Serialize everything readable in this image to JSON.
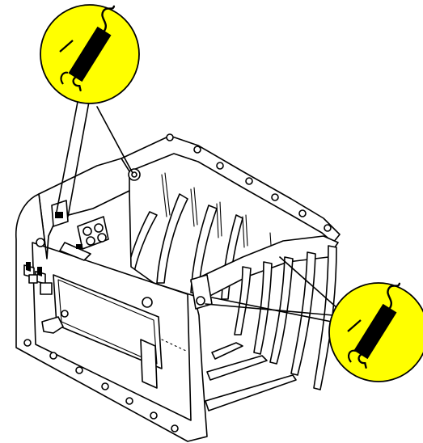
{
  "figure": {
    "background": "#ffffff",
    "line_color": "#000000",
    "callout_fill": "#ffff00",
    "callouts": [
      {
        "name": "spring-callout-upper",
        "icon": "tension-spring-icon"
      },
      {
        "name": "spring-callout-lower",
        "icon": "tension-spring-icon"
      }
    ],
    "subject": "grab-frame-with-tines"
  }
}
